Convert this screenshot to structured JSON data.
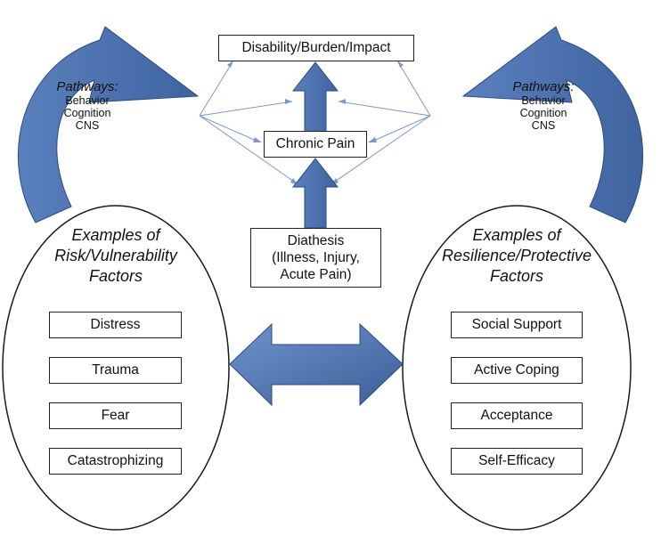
{
  "top_box": "Disability/Burden/Impact",
  "chronic_pain": "Chronic Pain",
  "diathesis": {
    "line1": "Diathesis",
    "line2": "(Illness, Injury,",
    "line3": "Acute Pain)"
  },
  "left_pathways": {
    "heading": "Pathways:",
    "items": [
      "Behavior",
      "Cognition",
      "CNS"
    ]
  },
  "right_pathways": {
    "heading": "Pathways:",
    "items": [
      "Behavior",
      "Cognition",
      "CNS"
    ]
  },
  "risk": {
    "title_lines": [
      "Examples of",
      "Risk/Vulnerability",
      "Factors"
    ],
    "factors": [
      "Distress",
      "Trauma",
      "Fear",
      "Catastrophizing"
    ]
  },
  "resilience": {
    "title_lines": [
      "Examples of",
      "Resilience/Protective",
      "Factors"
    ],
    "factors": [
      "Social Support",
      "Active Coping",
      "Acceptance",
      "Self-Efficacy"
    ]
  },
  "colors": {
    "arrow_fill": "#4a72b0",
    "arrow_stroke": "#2b4a80",
    "thin_line": "#7f97c4",
    "outline": "#222222"
  }
}
